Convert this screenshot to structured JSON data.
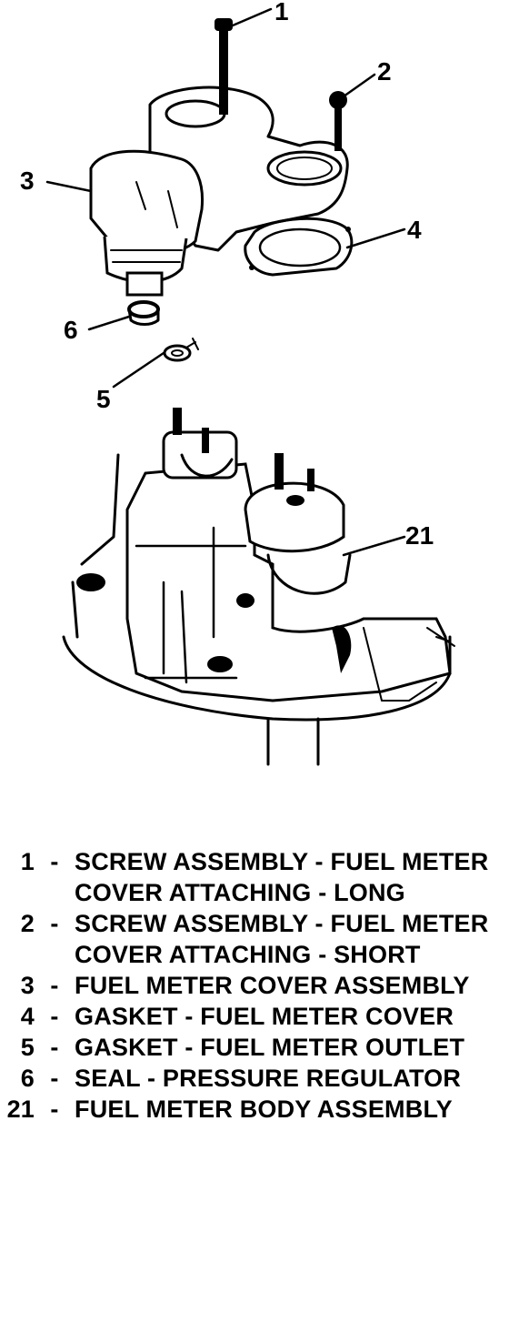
{
  "callouts": {
    "c1": "1",
    "c2": "2",
    "c3": "3",
    "c4": "4",
    "c5": "5",
    "c6": "6",
    "c21": "21"
  },
  "legend": [
    {
      "num": "1",
      "dash": "-",
      "text": "SCREW ASSEMBLY - FUEL METER COVER ATTACHING - LONG"
    },
    {
      "num": "2",
      "dash": "-",
      "text": "SCREW ASSEMBLY - FUEL METER COVER ATTACHING - SHORT"
    },
    {
      "num": "3",
      "dash": "-",
      "text": "FUEL METER COVER ASSEMBLY"
    },
    {
      "num": "4",
      "dash": "-",
      "text": "GASKET - FUEL METER COVER"
    },
    {
      "num": "5",
      "dash": "-",
      "text": "GASKET - FUEL METER OUTLET"
    },
    {
      "num": "6",
      "dash": "-",
      "text": "SEAL - PRESSURE REGULATOR"
    },
    {
      "num": "21",
      "dash": "-",
      "text": "FUEL METER BODY ASSEMBLY"
    }
  ]
}
